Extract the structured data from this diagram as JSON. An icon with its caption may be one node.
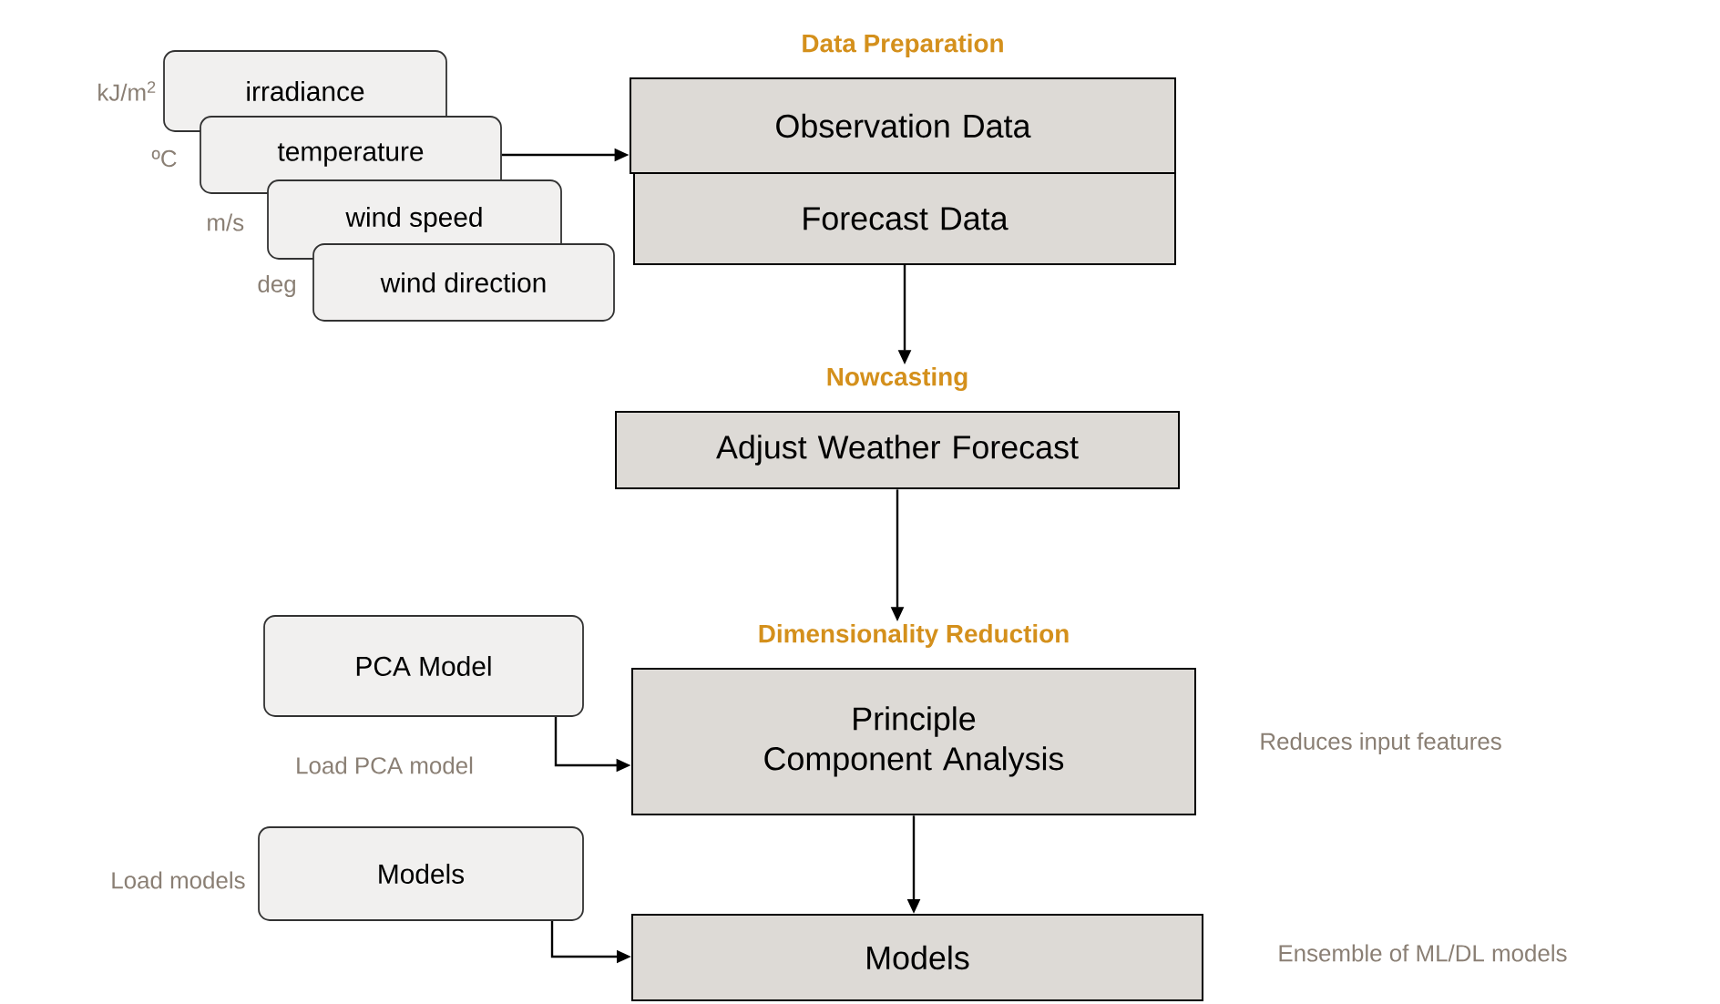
{
  "diagram": {
    "nodes": [
      {
        "text": [
          "irradiance"
        ],
        "beside": [
          "kJ/m$^{2}$"
        ]
      },
      {
        "text": [
          "temperature"
        ],
        "beside": [
          "ºC"
        ]
      },
      {
        "text": [
          "wind speed"
        ],
        "beside": [
          "m/s"
        ]
      },
      {
        "text": [
          "wind direction"
        ],
        "beside": [
          "deg"
        ]
      },
      {
        "text": [
          "Data Preparation",
          "Observation Data"
        ]
      },
      {
        "text": [
          "Forecast Data"
        ]
      },
      {
        "text": [
          "Nowcasting",
          "Adjust Weather Forecast"
        ]
      },
      {
        "text": [
          "PCA Model"
        ]
      },
      {
        "text": [
          "Dimensionality Reduction",
          "Principle Component Analysis"
        ],
        "beside": [
          "Reduces input features"
        ]
      },
      {
        "text": [
          "Models"
        ],
        "beside": [
          "Load models"
        ]
      },
      {
        "text": [
          "Models"
        ],
        "beside": [
          "Ensemble of ML/DL models"
        ]
      }
    ],
    "edges": [
      {
        "from": 1,
        "to": 4,
        "arrow": "to"
      },
      {
        "from": 5,
        "to": 6,
        "arrow": "to"
      },
      {
        "from": 6,
        "to": 8,
        "arrow": "to"
      },
      {
        "from": 7,
        "to": 8,
        "arrow": "to",
        "label": "Load PCA model"
      },
      {
        "from": 8,
        "to": 10,
        "arrow": "to"
      },
      {
        "from": 9,
        "to": 10,
        "arrow": "to"
      }
    ]
  }
}
